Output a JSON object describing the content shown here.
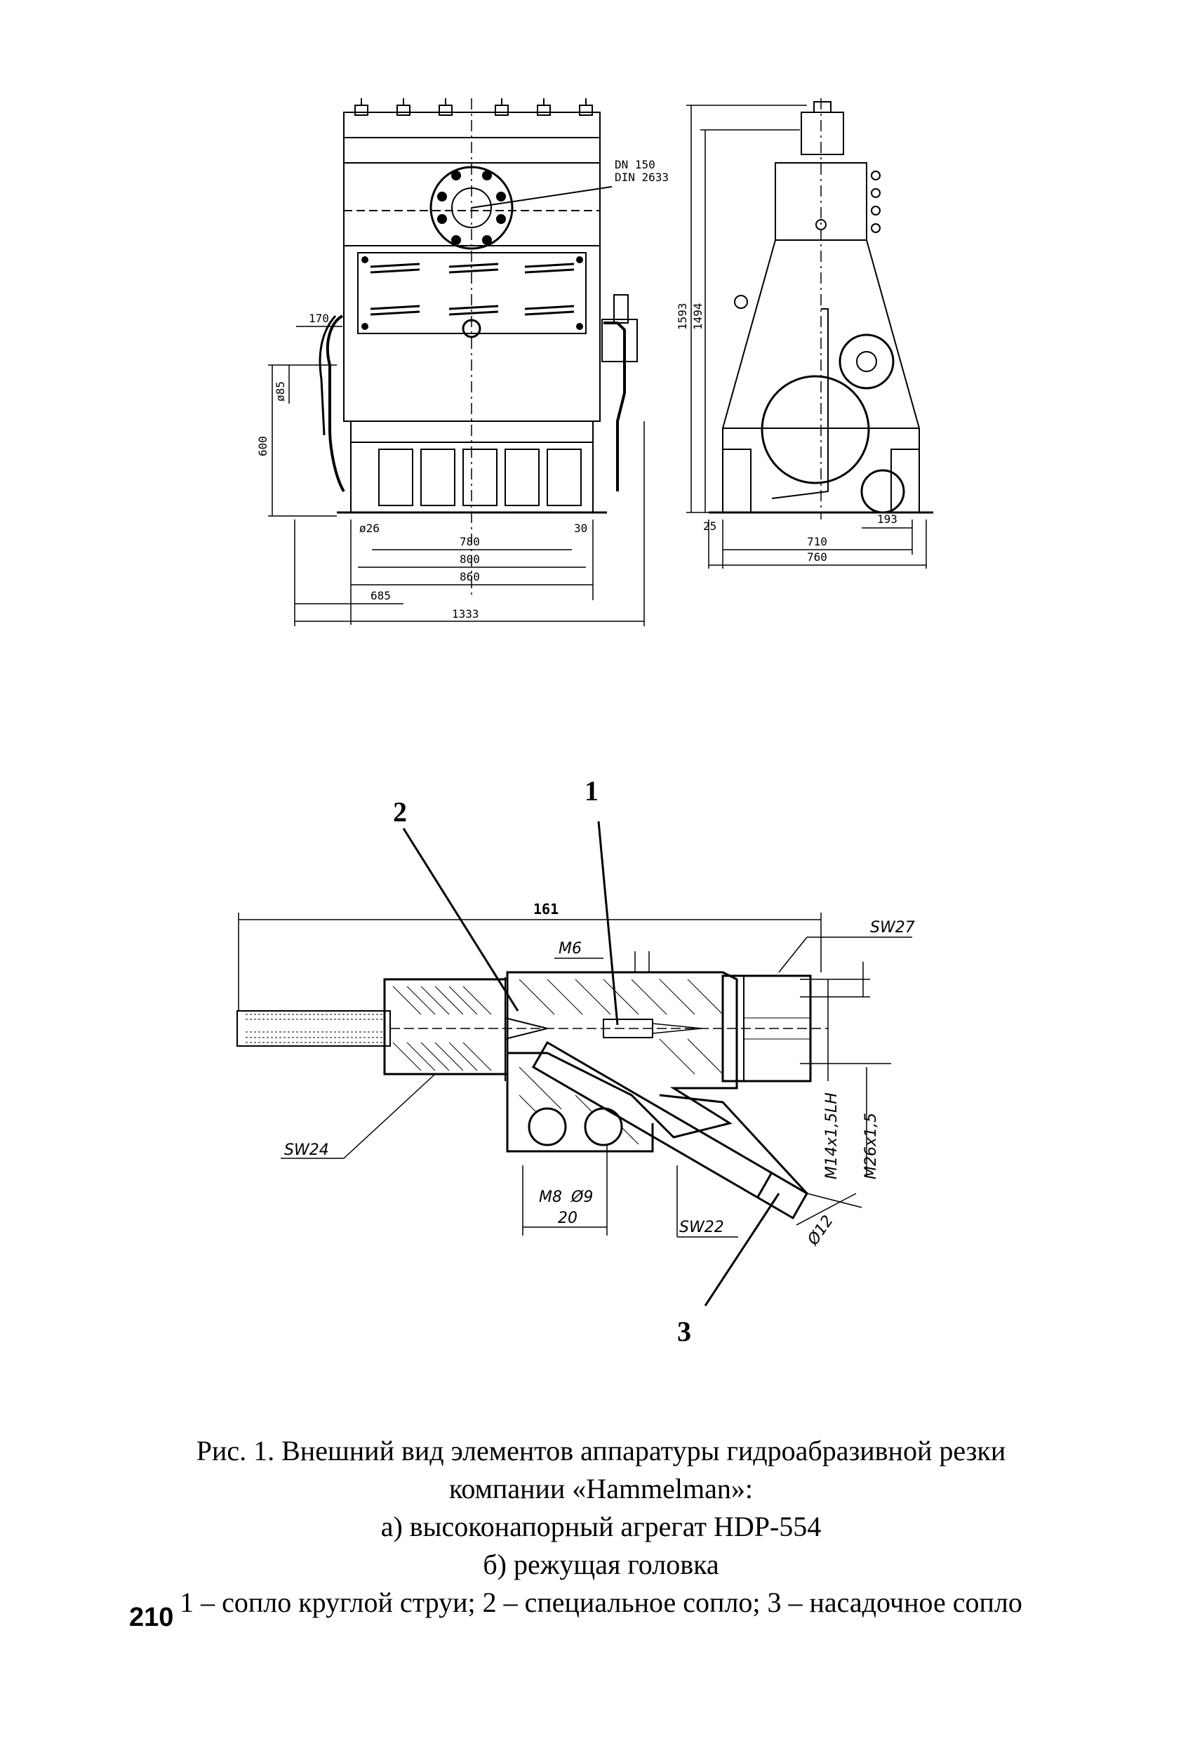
{
  "figure_a": {
    "labels": {
      "dn": "DN 150",
      "din": "DIN 2633",
      "d170": "170",
      "phi85": "ø85",
      "d600": "600",
      "phi26": "ø26",
      "d30": "30",
      "d780": "780",
      "d800": "800",
      "d860": "860",
      "d685": "685",
      "d1333": "1333",
      "d1593": "1593",
      "d1494": "1494",
      "d25": "25",
      "d193": "193",
      "d710": "710",
      "d760": "760"
    }
  },
  "figure_b": {
    "labels": {
      "d161": "161",
      "m6": "M6",
      "sw27": "SW27",
      "sw24": "SW24",
      "m8": "M8",
      "phi9": "Ø9",
      "d20": "20",
      "sw22": "SW22",
      "phi12": "Ø12",
      "m14": "M14x1,5LH",
      "m26": "M26x1,5"
    },
    "callouts": [
      "1",
      "2",
      "3"
    ]
  },
  "caption": {
    "line1": "Рис. 1. Внешний вид элементов аппаратуры гидроабразивной резки",
    "line2": "компании «Hammelman»:",
    "line3": "а) высоконапорный агрегат HDP-554",
    "line4": "б) режущая головка",
    "line5": "1 – сопло круглой струи; 2 – специальное сопло; 3 – насадочное сопло"
  },
  "page_number": "210"
}
